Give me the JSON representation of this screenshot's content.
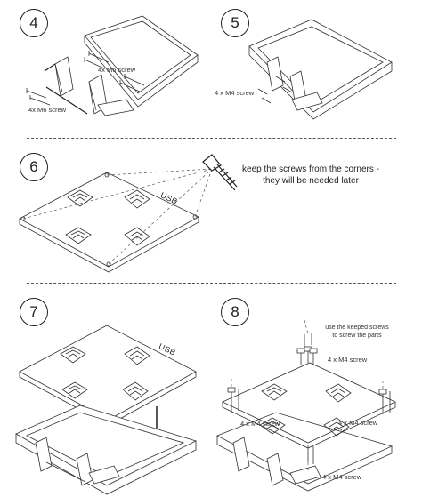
{
  "steps": {
    "s4": "4",
    "s5": "5",
    "s6": "6",
    "s7": "7",
    "s8": "8"
  },
  "step4": {
    "label_top": "4x M6 screw",
    "label_bottom": "4x M6 screw"
  },
  "step5": {
    "label": "4 x M4 screw"
  },
  "step6": {
    "note_line1": "keep the screws from the corners -",
    "note_line2": "they will be needed later",
    "usb": "USB"
  },
  "step7": {
    "usb": "USB"
  },
  "step8": {
    "note_line1": "use the keeped screws",
    "note_line2": "to screw the parts",
    "label_top": "4 x M4 screw",
    "label_mid": "4 x M4 screw",
    "label_left": "4 x M4 screw",
    "label_bottom": "4 x M4 screw"
  },
  "colors": {
    "line": "#222222",
    "background": "#ffffff"
  }
}
